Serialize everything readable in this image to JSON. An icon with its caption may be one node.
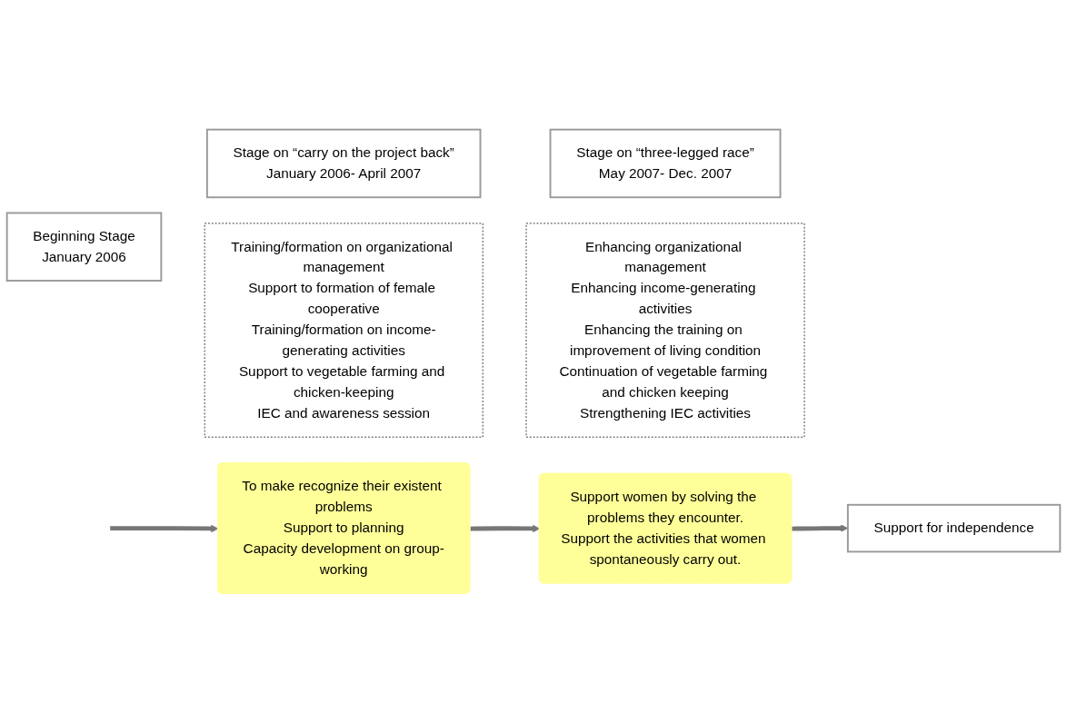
{
  "diagram": {
    "nodes": [
      {
        "text": [
          "Beginning Stage",
          "January 2006"
        ]
      },
      {
        "text": [
          "Stage on “carry on the project back”",
          "January 2006- April 2007"
        ]
      },
      {
        "text": [
          "Stage on “three-legged race”",
          "May 2007- Dec. 2007"
        ]
      },
      {
        "text": [
          "To make recognize their existent problems",
          "Support to planning",
          "Capacity development on group-working"
        ]
      },
      {
        "text": [
          "Support women by solving the problems they encounter.",
          "Support the activities that women spontaneously carry out."
        ]
      },
      {
        "text": [
          "Support for independence"
        ]
      },
      {
        "text": [
          "Training/formation on organizational management",
          "Support to formation of female cooperative",
          "Training/formation on income-generating activities",
          "Support to vegetable farming and chicken-keeping",
          "IEC and awareness session"
        ]
      },
      {
        "text": [
          "Enhancing organizational management",
          "Enhancing income-generating activities",
          "Enhancing the training on improvement of living condition",
          "Continuation of vegetable farming and chicken keeping",
          "Strengthening IEC activities"
        ]
      }
    ],
    "edges": [
      {
        "from": null,
        "to": 3,
        "arrow": "to"
      },
      {
        "from": 3,
        "to": 4,
        "arrow": "to"
      },
      {
        "from": 4,
        "to": 5,
        "arrow": "to"
      }
    ]
  }
}
